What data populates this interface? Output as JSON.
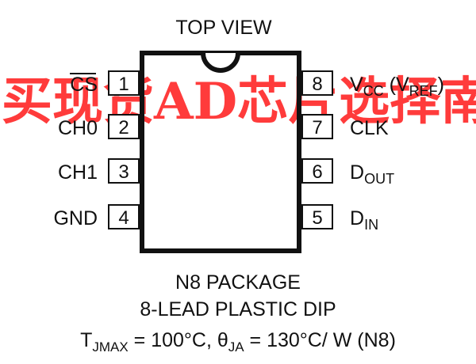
{
  "top_label": "TOP VIEW",
  "watermark": "买现货AD芯片选择南皇电子",
  "pins_left": [
    {
      "num": "1",
      "name": "CS",
      "overbar": true
    },
    {
      "num": "2",
      "name": "CH0"
    },
    {
      "num": "3",
      "name": "CH1"
    },
    {
      "num": "4",
      "name": "GND"
    }
  ],
  "pins_right": [
    {
      "num": "8",
      "main": "V",
      "sub": "CC",
      "rest": " (V",
      "sub2": "REF",
      "end": ")"
    },
    {
      "num": "7",
      "main": "CLK",
      "sub": "",
      "rest": "",
      "sub2": "",
      "end": ""
    },
    {
      "num": "6",
      "main": "D",
      "sub": "OUT",
      "rest": "",
      "sub2": "",
      "end": ""
    },
    {
      "num": "5",
      "main": "D",
      "sub": "IN",
      "rest": "",
      "sub2": "",
      "end": ""
    }
  ],
  "caption": {
    "line1": "N8 PACKAGE",
    "line2": "8-LEAD PLASTIC DIP",
    "line3": {
      "t": "T",
      "t_sub": "JMAX",
      "t_val": " = 100°C, θ",
      "theta_sub": "JA",
      "theta_val": " = 130°C/ W (N8)"
    }
  }
}
